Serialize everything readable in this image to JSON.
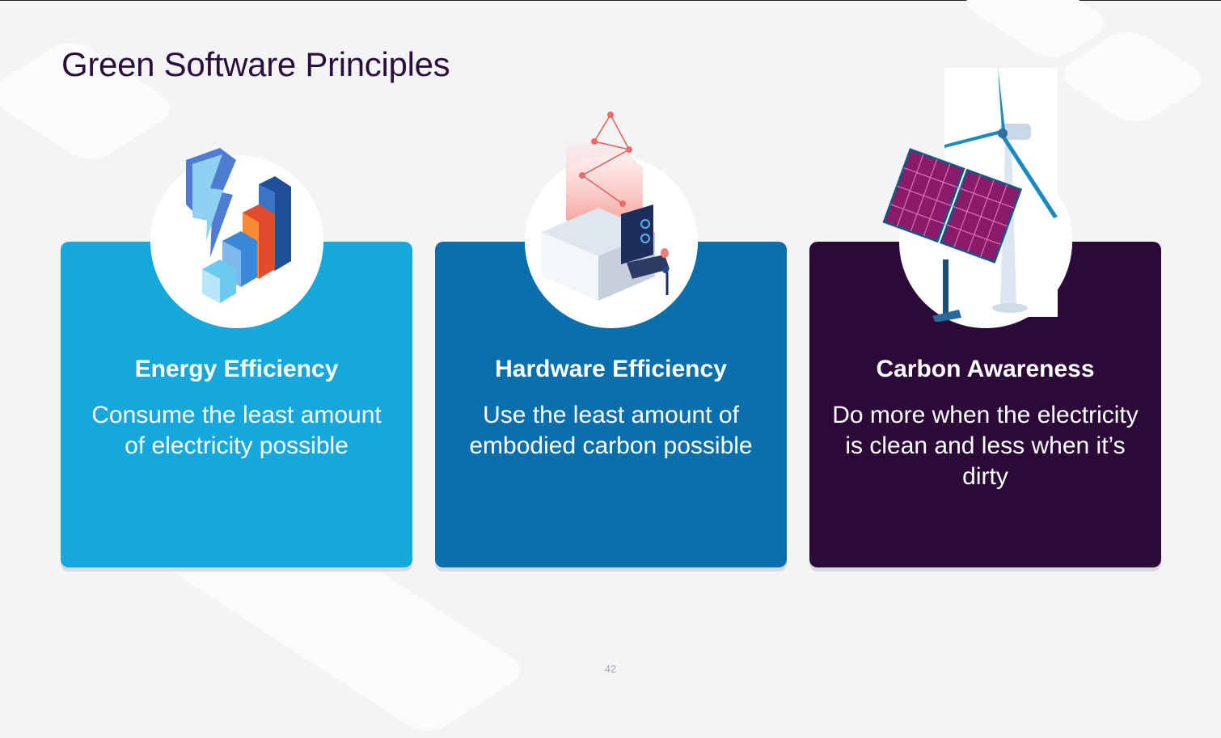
{
  "slide": {
    "title": "Green Software Principles",
    "page_number": "42"
  },
  "cards": [
    {
      "title": "Energy Efficiency",
      "description": "Consume the least amount of electricity possible",
      "color": "#16a8dc",
      "icon": "energy-bolt-bar-chart-icon"
    },
    {
      "title": "Hardware Efficiency",
      "description": "Use the least amount of embodied carbon possible",
      "color": "#0b6fab",
      "icon": "hardware-server-icon"
    },
    {
      "title": "Carbon Awareness",
      "description": "Do more when the electricity is clean and less when it’s dirty",
      "color": "#2c0a38",
      "icon": "wind-solar-icon"
    }
  ]
}
